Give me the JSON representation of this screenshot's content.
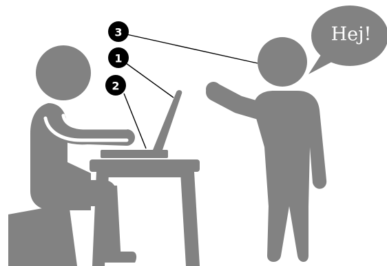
{
  "speech": {
    "text": "Hej!"
  },
  "badges": [
    {
      "label": "3"
    },
    {
      "label": "1"
    },
    {
      "label": "2"
    }
  ],
  "colors": {
    "figure": "#828282",
    "badge": "#000000",
    "background": "#ffffff"
  }
}
